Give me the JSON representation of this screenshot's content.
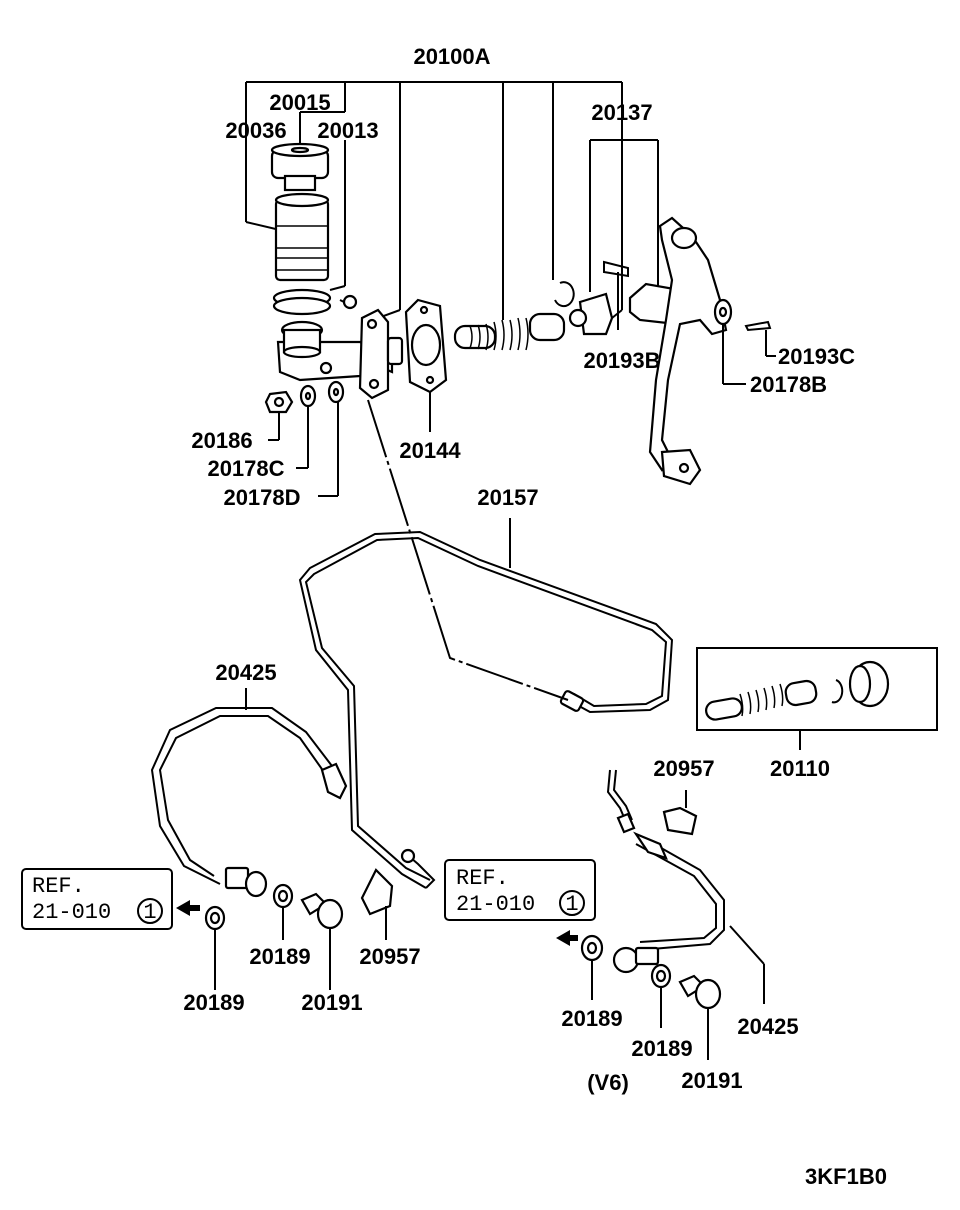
{
  "diagram": {
    "code": "3KF1B0",
    "variant_note": "(V6)",
    "labels": {
      "p20100A": "20100A",
      "p20015": "20015",
      "p20036": "20036",
      "p20013": "20013",
      "p20137": "20137",
      "p20193B": "20193B",
      "p20193C": "20193C",
      "p20178B": "20178B",
      "p20186": "20186",
      "p20178C": "20178C",
      "p20178D": "20178D",
      "p20144": "20144",
      "p20157": "20157",
      "p20425_left": "20425",
      "p20110": "20110",
      "p20957_right": "20957",
      "p20957_left": "20957",
      "p20189_a": "20189",
      "p20189_b": "20189",
      "p20191_left": "20191",
      "p20189_c": "20189",
      "p20189_d": "20189",
      "p20425_right": "20425",
      "p20191_right": "20191"
    },
    "ref_left": {
      "line1": "REF.",
      "line2": "21-010",
      "circle": "1"
    },
    "ref_right": {
      "line1": "REF.",
      "line2": "21-010",
      "circle": "1"
    }
  }
}
